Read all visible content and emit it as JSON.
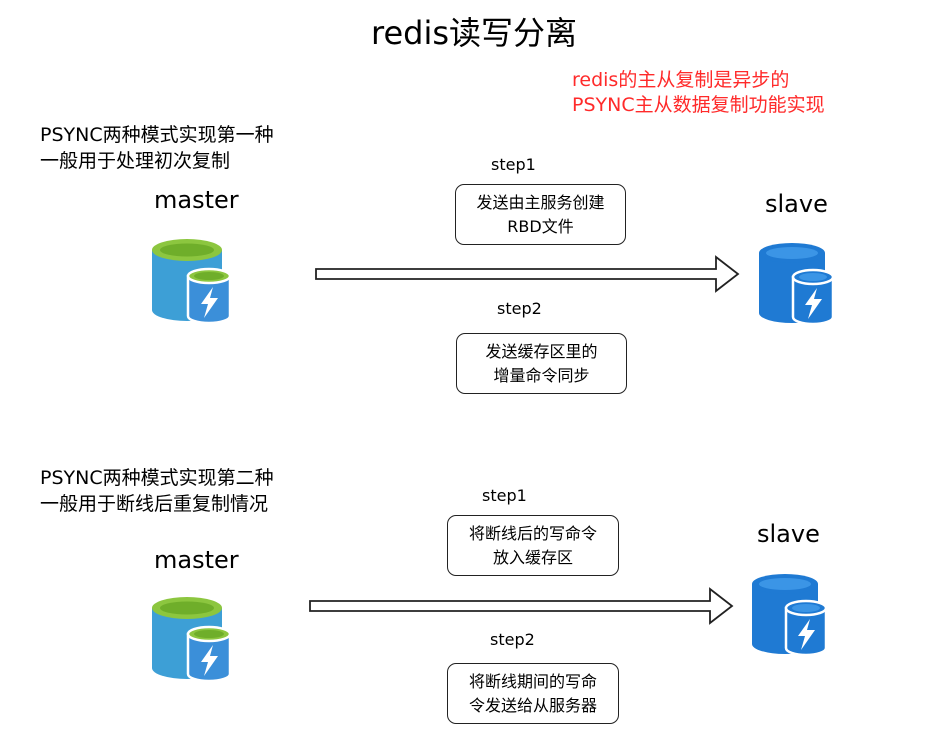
{
  "title": "redis读写分离",
  "note": {
    "line1": "redis的主从复制是异步的",
    "line2": "PSYNC主从数据复制功能实现",
    "color": "#ff2a2a"
  },
  "sections": [
    {
      "mode_line1": "PSYNC两种模式实现第一种",
      "mode_line2": "一般用于处理初次复制",
      "master_label": "master",
      "slave_label": "slave",
      "step1_label": "step1",
      "step1_text": [
        "发送由主服务创建",
        "RBD文件"
      ],
      "step2_label": "step2",
      "step2_text": [
        "发送缓存区里的",
        "增量命令同步"
      ]
    },
    {
      "mode_line1": "PSYNC两种模式实现第二种",
      "mode_line2": "一般用于断线后重复制情况",
      "master_label": "master",
      "slave_label": "slave",
      "step1_label": "step1",
      "step1_text": [
        "将断线后的写命令",
        "放入缓存区"
      ],
      "step2_label": "step2",
      "step2_text": [
        "将断线期间的写命",
        "令发送给从服务器"
      ]
    }
  ],
  "icons": {
    "master": "azure-redis-cache-icon",
    "slave": "redis-database-icon"
  },
  "colors": {
    "master_top": "#8cc63f",
    "master_body": "#3d9fd6",
    "slave_body": "#1f7ad3"
  }
}
